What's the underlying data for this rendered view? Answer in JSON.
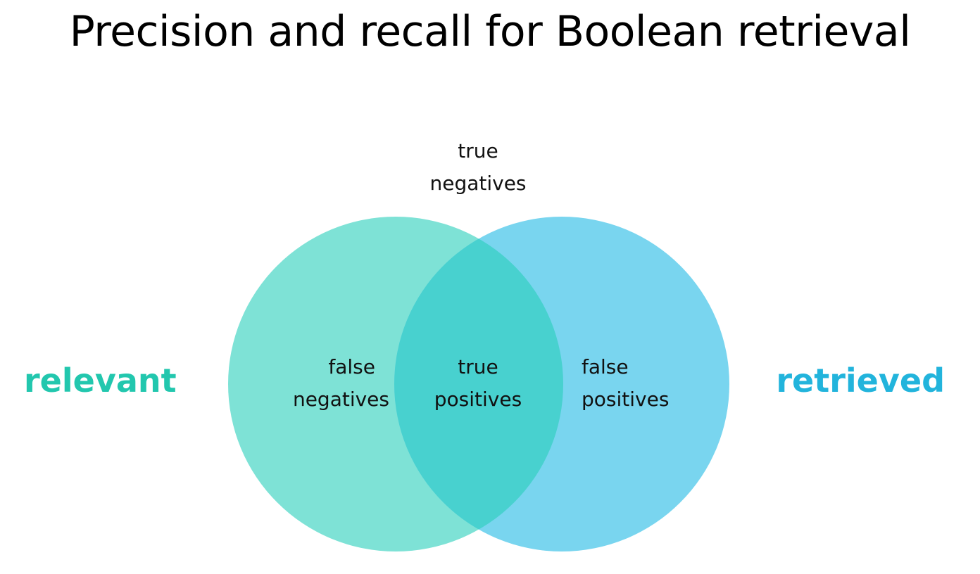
{
  "title": "Precision and recall for Boolean retrieval",
  "sets": {
    "relevant": {
      "label": "relevant",
      "color": "#22c7ae",
      "fill": "#7ee2d6"
    },
    "retrieved": {
      "label": "retrieved",
      "color": "#22b4dc",
      "fill": "#79d5ef"
    }
  },
  "overlap_fill": "#48d1cf",
  "regions": {
    "true_negatives": {
      "line1": "true",
      "line2": "negatives"
    },
    "false_negatives": {
      "line1": "false",
      "line2": "negatives"
    },
    "true_positives": {
      "line1": "true",
      "line2": "positives"
    },
    "false_positives": {
      "line1": "false",
      "line2": "positives"
    }
  }
}
